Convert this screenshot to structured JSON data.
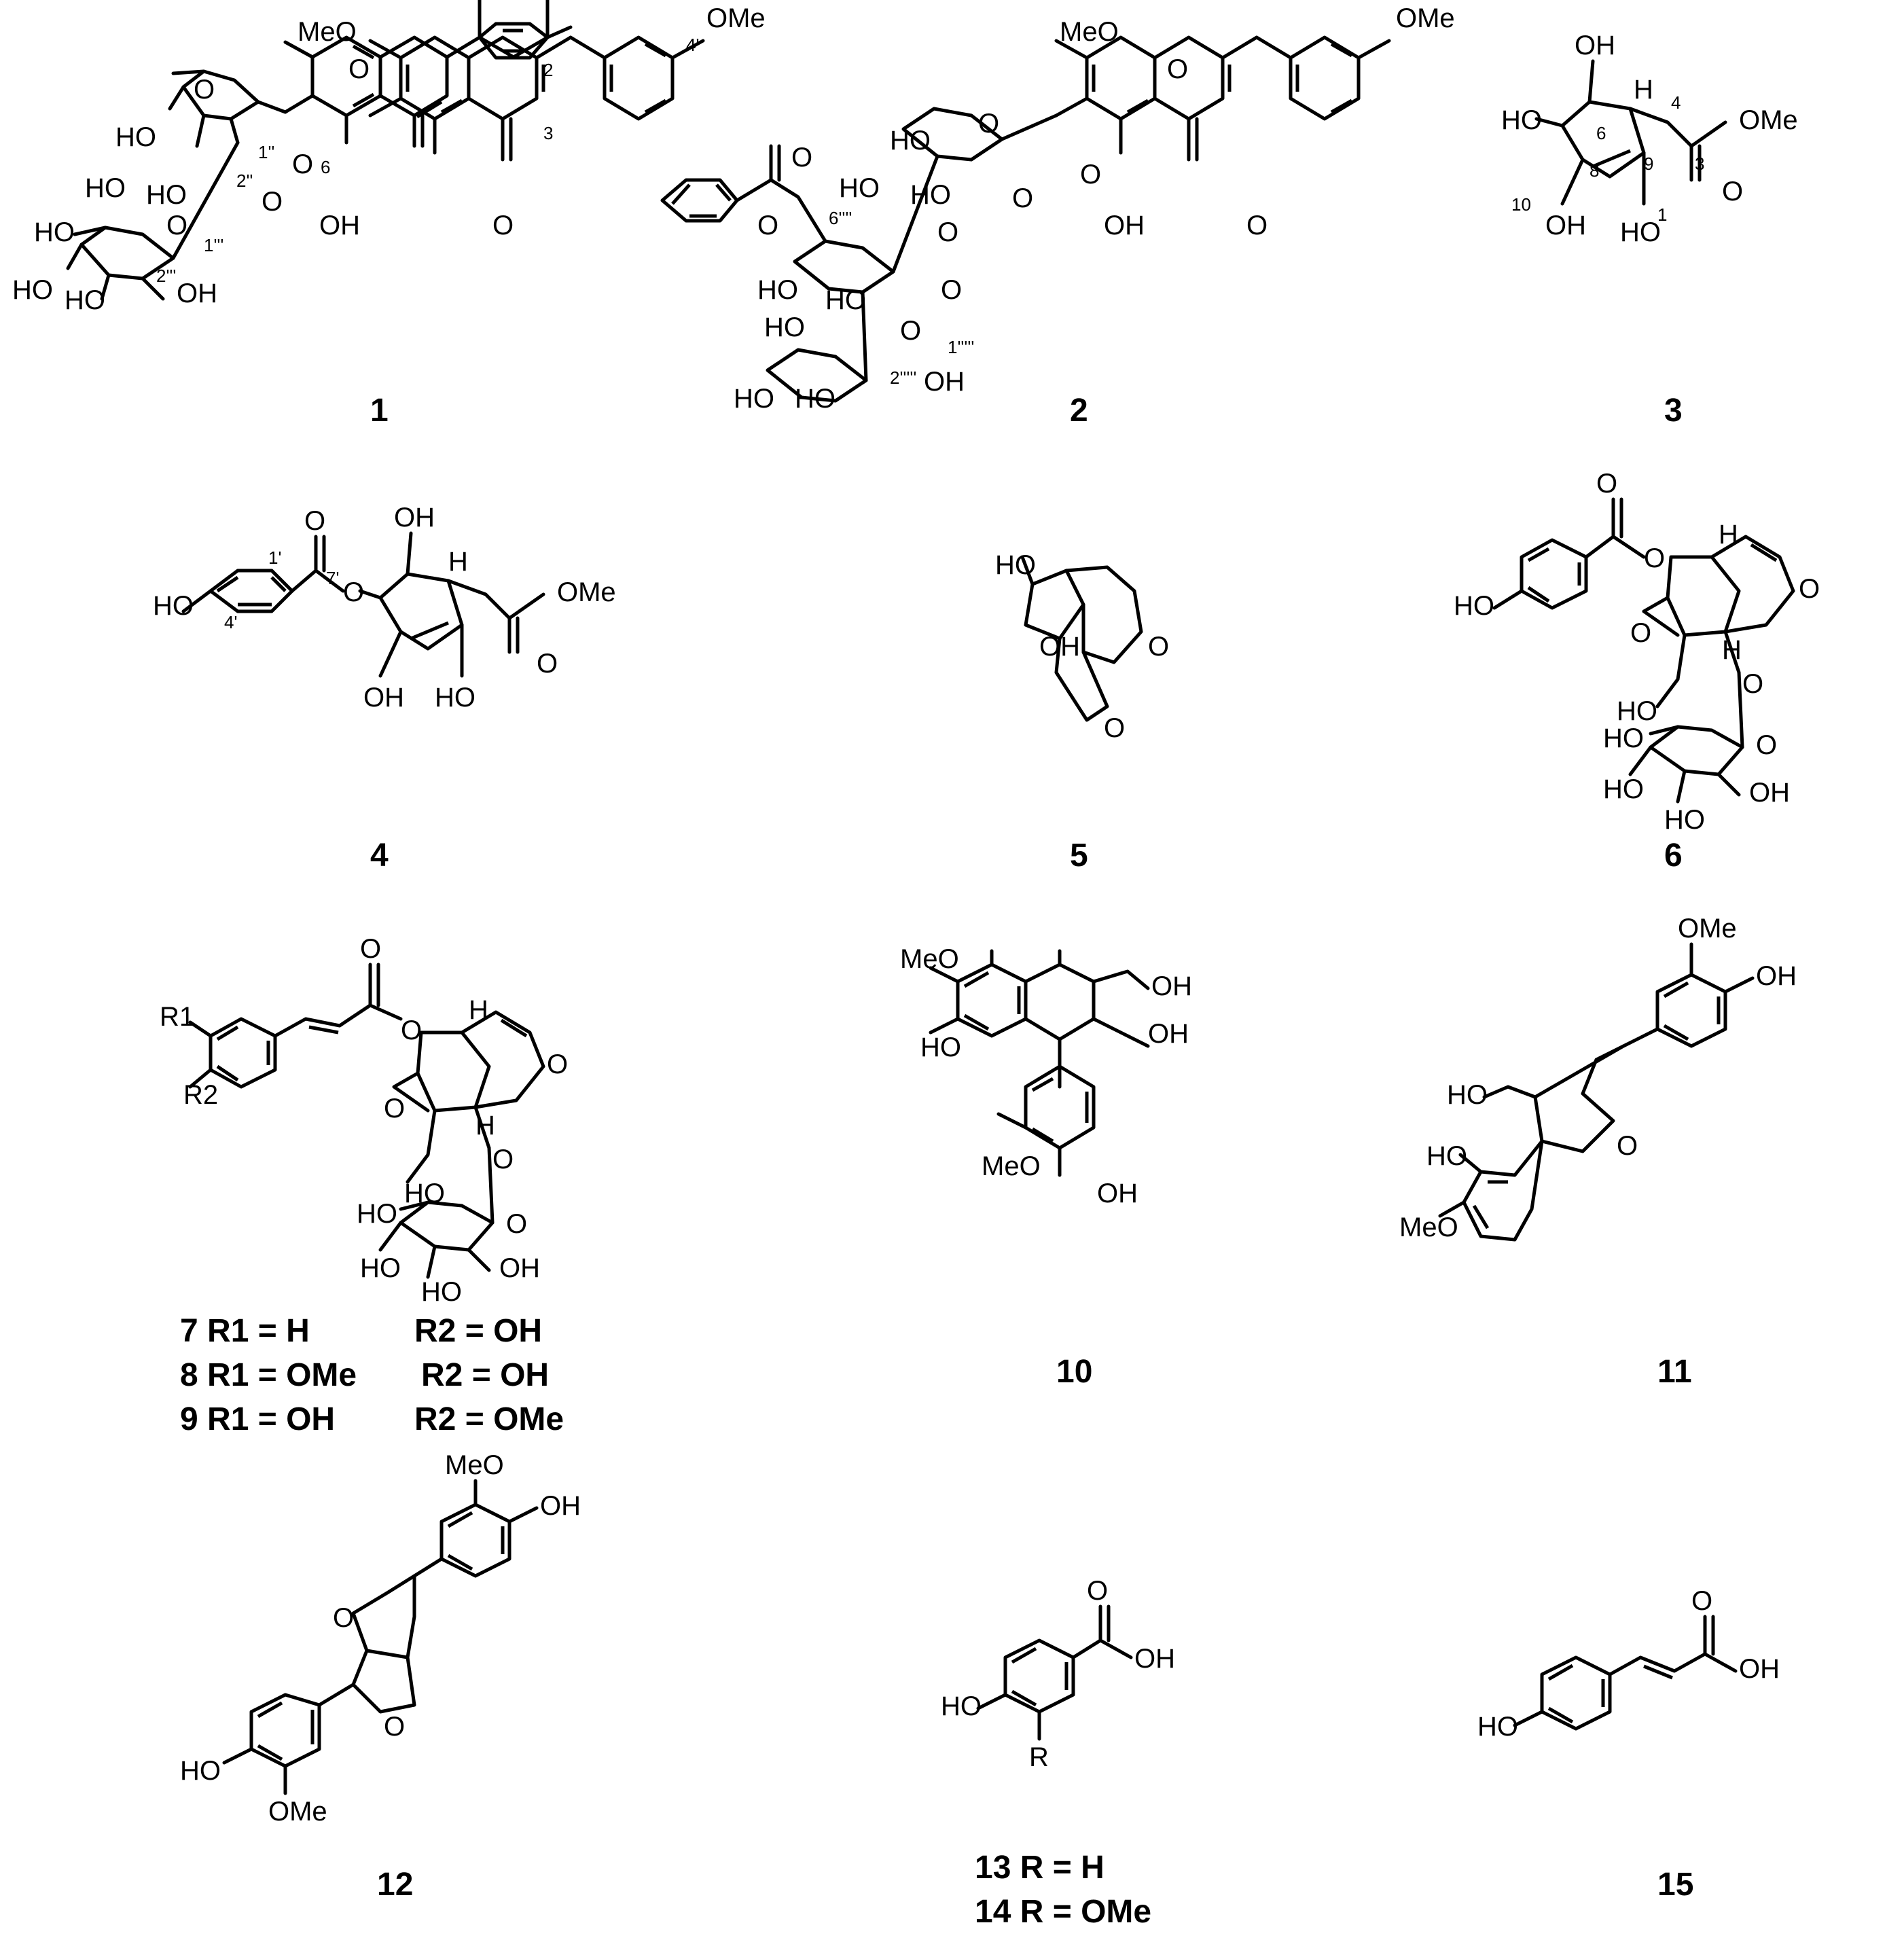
{
  "figure": {
    "compound_ids": [
      "1",
      "2",
      "3",
      "4",
      "5",
      "6",
      "10",
      "11",
      "12",
      "15"
    ],
    "substituent_tables": {
      "compounds_7_9": [
        "7 R1 = H",
        "R2 = OH",
        "8 R1 = OMe",
        "R2 = OH",
        "9 R1 = OH",
        "R2 = OMe"
      ],
      "compounds_13_14": [
        "13 R = H",
        "14 R = OMe"
      ]
    },
    "atom_labels": {
      "ome": "OMe",
      "meo": "MeO",
      "ho": "HO",
      "oh": "OH",
      "o": "O",
      "h": "H",
      "r": "R",
      "r1": "R1",
      "r2": "R2"
    },
    "numbering": {
      "c1": "1",
      "c2": "2",
      "c3": "3",
      "c4": "4",
      "c6": "6",
      "c8": "8",
      "c9": "9",
      "c10": "10",
      "c4p": "4'",
      "c1p": "1'",
      "c7p": "7'",
      "c1pp": "1''",
      "c2pp": "2''",
      "c1ppp": "1'''",
      "c2ppp": "2'''",
      "c6pppp": "6''''",
      "c1ppppp": "1'''''",
      "c2ppppp": "2'''''"
    }
  }
}
